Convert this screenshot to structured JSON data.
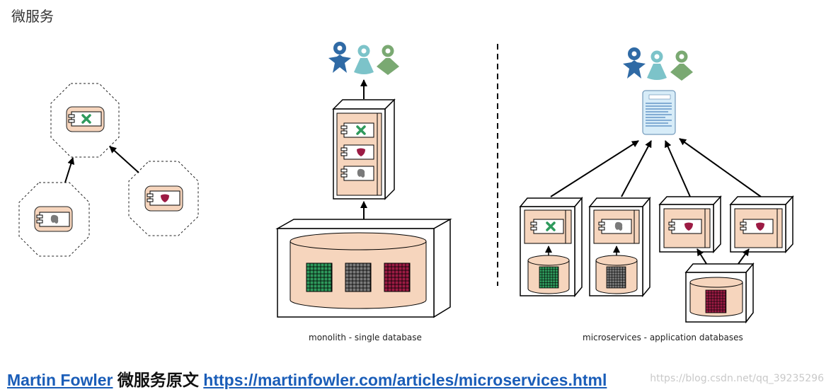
{
  "title": "微服务",
  "captions": {
    "monolith": "monolith - single database",
    "microservices": "microservices - application databases"
  },
  "footer": {
    "author": "Martin Fowler",
    "label": "微服务原文",
    "url": "https://martinfowler.com/articles/microservices.html"
  },
  "watermark": "https://blog.csdn.net/qq_39235296",
  "colors": {
    "cream": "#f6d5bd",
    "green": "#2e9a5c",
    "red": "#9c1b44",
    "grey": "#7a7a7a",
    "user_blue": "#2f6aa5",
    "user_teal": "#7cc3c9",
    "user_green": "#7aa972"
  }
}
